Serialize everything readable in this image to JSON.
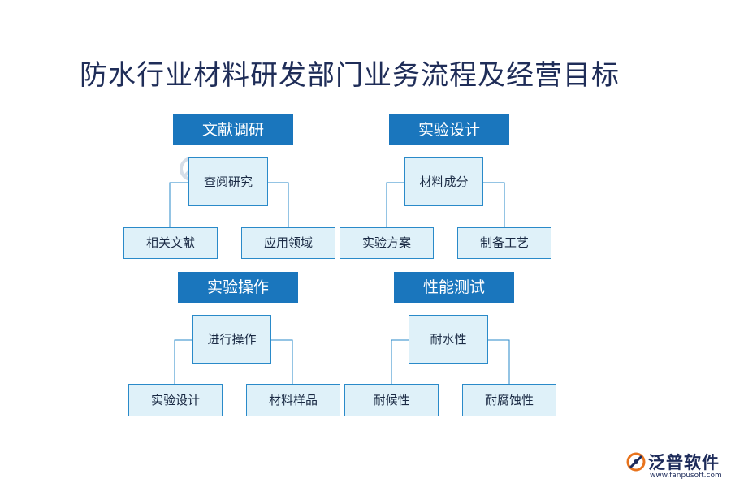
{
  "title": "防水行业材料研发部门业务流程及经营目标",
  "colors": {
    "header_bg": "#1a76bd",
    "node_bg": "#dff1f9",
    "node_border": "#2a8ac9",
    "title": "#1f2d58"
  },
  "groups": [
    {
      "header": "文献调研",
      "center": "查阅研究",
      "left": "相关文献",
      "right": "应用领域"
    },
    {
      "header": "实验设计",
      "center": "材料成分",
      "left": "实验方案",
      "right": "制备工艺"
    },
    {
      "header": "实验操作",
      "center": "进行操作",
      "left": "实验设计",
      "right": "材料样品"
    },
    {
      "header": "性能测试",
      "center": "耐水性",
      "left": "耐候性",
      "right": "耐腐蚀性"
    }
  ],
  "brand": {
    "name": "泛普软件",
    "url": "www.fanpusoft.com",
    "logo_icon": "fanpu-logo-icon"
  },
  "watermark": {
    "icon": "fanpu-watermark-icon"
  }
}
